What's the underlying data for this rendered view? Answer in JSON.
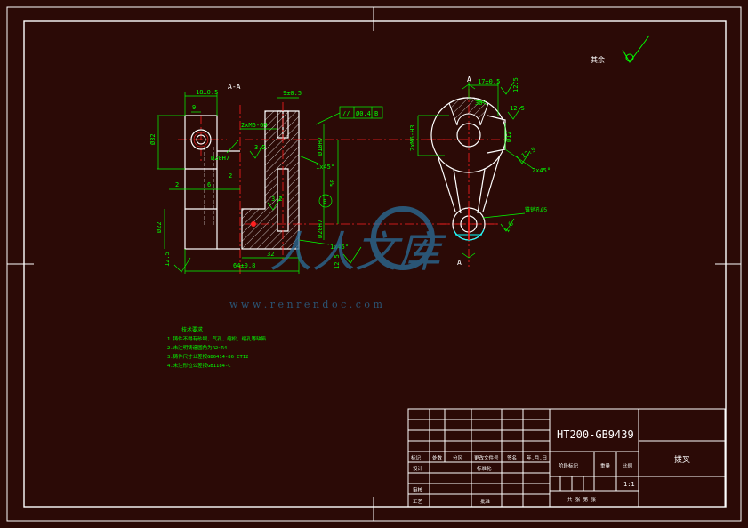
{
  "section_label": "A-A",
  "surface_finish_note": "其余",
  "dims_left": {
    "d_top1": "18±0.5",
    "d_top2": "9",
    "d_32": "Ø32",
    "d_22": "Ø22",
    "d_2a": "2",
    "d_6": "6",
    "d_2b": "2",
    "rough_left": "12.5",
    "d_20": "Ø20H7",
    "d_bottom": "64±0.8"
  },
  "dims_mid": {
    "d_top": "9±0.5",
    "tol_frame_sym": "//",
    "tol_frame_val": "Ø0.4",
    "tol_frame_ref": "B",
    "thread": "2xM6-6H",
    "rough_32a": "3.2",
    "d_bore": "Ø10H7",
    "chamfer1": "1x45°",
    "d_50": "50",
    "datum_b": "B",
    "rough_32b": "3.2",
    "d_20h7b": "Ø20H7",
    "d_32": "32",
    "chamfer2": "1x45°",
    "rough_mid": "12.5"
  },
  "dims_right": {
    "d_top": "17±0.5",
    "angle": "30°",
    "rough_top": "12.5",
    "rough_side": "12.5",
    "d_phi": "Ø12",
    "d_left": "2xM6-H3",
    "chamfer": "2x45°",
    "rough_right": "12.5",
    "hole_note": "锥销孔Ø5",
    "rough_bottom": "1.6",
    "section_a_top": "A",
    "section_a_bottom": "A"
  },
  "tech_req": {
    "title": "技术要求",
    "lines": [
      "1.铸件不得有砂眼、气孔、缩松、缩孔等缺陷",
      "2.未注明铸造圆角为R2~R4",
      "3.铸件尺寸公差按GB6414-86 CT12",
      "4.未注形位公差按GB1184-C"
    ]
  },
  "watermark": {
    "text": "人人文库",
    "url": "w w w . r e n r e n d o c . c o m"
  },
  "title_block": {
    "material": "HT200-GB9439",
    "part_name": "拨叉",
    "row_labels": [
      "标记",
      "处数",
      "分区",
      "更改文件号",
      "签名",
      "年.月.日"
    ],
    "designer_label": "设计",
    "check_label": "审核",
    "process_label": "工艺",
    "approve_label": "批准",
    "std_label": "标准化",
    "stage_label": "阶段标记",
    "weight_label": "重量",
    "scale_label": "比例",
    "scale_value": "1:1",
    "sheets_label": "共 张 第 张"
  },
  "colors": {
    "background": "#2b0a06",
    "frame": "#ffffff",
    "outline": "#ffffff",
    "dimension": "#00ff00",
    "centerline": "#ff2020",
    "hatch": "#00ffff",
    "watermark": "#2a6e9a"
  }
}
